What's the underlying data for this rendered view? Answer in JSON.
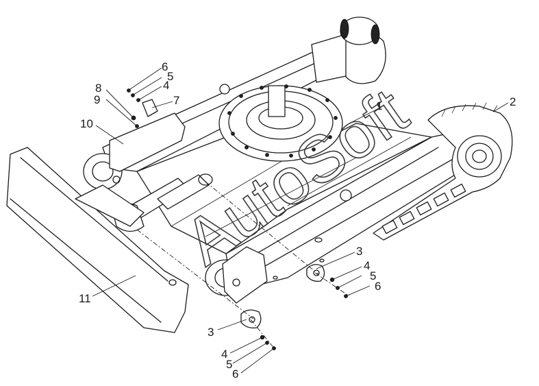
{
  "diagram": {
    "watermark": "AutoSoft",
    "callouts": [
      {
        "id": "c1",
        "label": "1"
      },
      {
        "id": "c2",
        "label": "2"
      },
      {
        "id": "c3a",
        "label": "3"
      },
      {
        "id": "c3b",
        "label": "3"
      },
      {
        "id": "c4a",
        "label": "4"
      },
      {
        "id": "c4b",
        "label": "4"
      },
      {
        "id": "c4c",
        "label": "4"
      },
      {
        "id": "c5a",
        "label": "5"
      },
      {
        "id": "c5b",
        "label": "5"
      },
      {
        "id": "c5c",
        "label": "5"
      },
      {
        "id": "c6a",
        "label": "6"
      },
      {
        "id": "c6b",
        "label": "6"
      },
      {
        "id": "c6c",
        "label": "6"
      },
      {
        "id": "c7",
        "label": "7"
      },
      {
        "id": "c8",
        "label": "8"
      },
      {
        "id": "c9",
        "label": "9"
      },
      {
        "id": "c10",
        "label": "10"
      },
      {
        "id": "c11",
        "label": "11"
      }
    ]
  }
}
